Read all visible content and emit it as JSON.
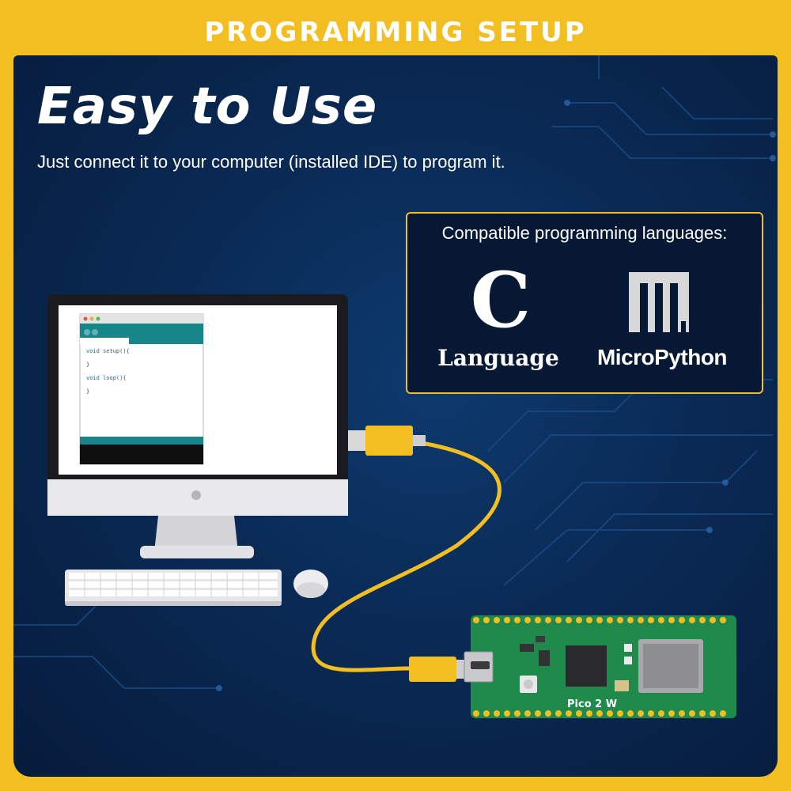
{
  "banner": {
    "title": "PROGRAMMING SETUP"
  },
  "hero": {
    "headline": "Easy to Use",
    "subline": "Just connect it to your computer (installed IDE) to program it."
  },
  "languages": {
    "title": "Compatible programming languages:",
    "items": [
      {
        "logo": "C",
        "label": "Language"
      },
      {
        "logo": "micropython-logo",
        "label": "MicroPython"
      }
    ]
  },
  "ide": {
    "code_lines": [
      "void setup(){",
      "}",
      "void loop(){",
      "}"
    ]
  },
  "board": {
    "name": "Pico 2 W"
  },
  "colors": {
    "accent": "#f2be22",
    "background": "#0a2a55",
    "board_green": "#1f8a4c",
    "ide_teal": "#17868a"
  }
}
